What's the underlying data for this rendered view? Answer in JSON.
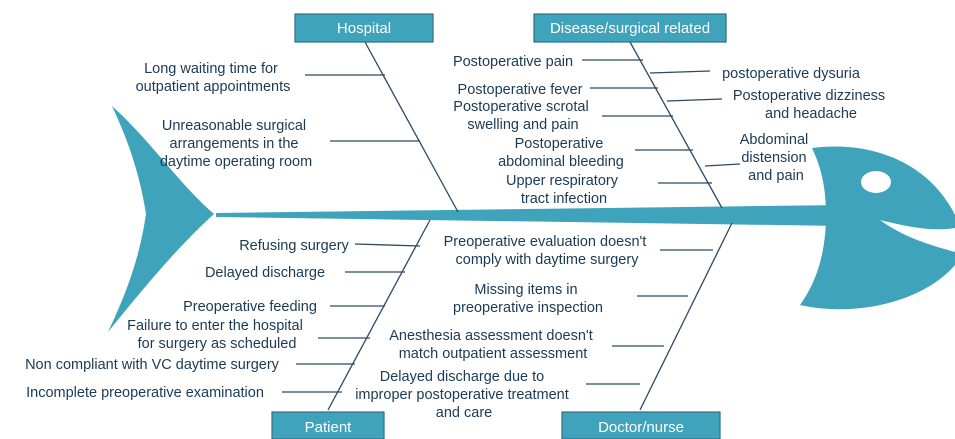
{
  "categories": {
    "hospital": "Hospital",
    "disease": "Disease/surgical related",
    "patient": "Patient",
    "doctor": "Doctor/nurse"
  },
  "causes": {
    "hospital": [
      [
        "Long waiting time for",
        "outpatient appointments"
      ],
      [
        "Unreasonable surgical",
        "arrangements in the",
        "daytime operating room"
      ]
    ],
    "disease_left": [
      [
        "Postoperative pain"
      ],
      [
        "Postoperative fever"
      ],
      [
        "Postoperative scrotal",
        "swelling and pain"
      ],
      [
        "Postoperative",
        "abdominal bleeding"
      ],
      [
        "Upper respiratory",
        "tract infection"
      ]
    ],
    "disease_right": [
      [
        "postoperative dysuria"
      ],
      [
        "Postoperative dizziness",
        "and headache"
      ],
      [
        "Abdominal",
        "distension",
        "and pain"
      ]
    ],
    "patient": [
      [
        "Refusing surgery"
      ],
      [
        "Delayed discharge"
      ],
      [
        "Preoperative feeding"
      ],
      [
        "Failure to enter the hospital",
        "for surgery as scheduled"
      ],
      [
        "Non compliant with VC daytime surgery"
      ],
      [
        "Incomplete preoperative examination"
      ]
    ],
    "doctor": [
      [
        "Preoperative evaluation doesn't",
        "comply with daytime surgery"
      ],
      [
        "Missing items in",
        "preoperative inspection"
      ],
      [
        "Anesthesia assessment doesn't",
        "match outpatient assessment"
      ],
      [
        "Delayed discharge due to",
        "improper postoperative treatment",
        "and care"
      ]
    ]
  }
}
